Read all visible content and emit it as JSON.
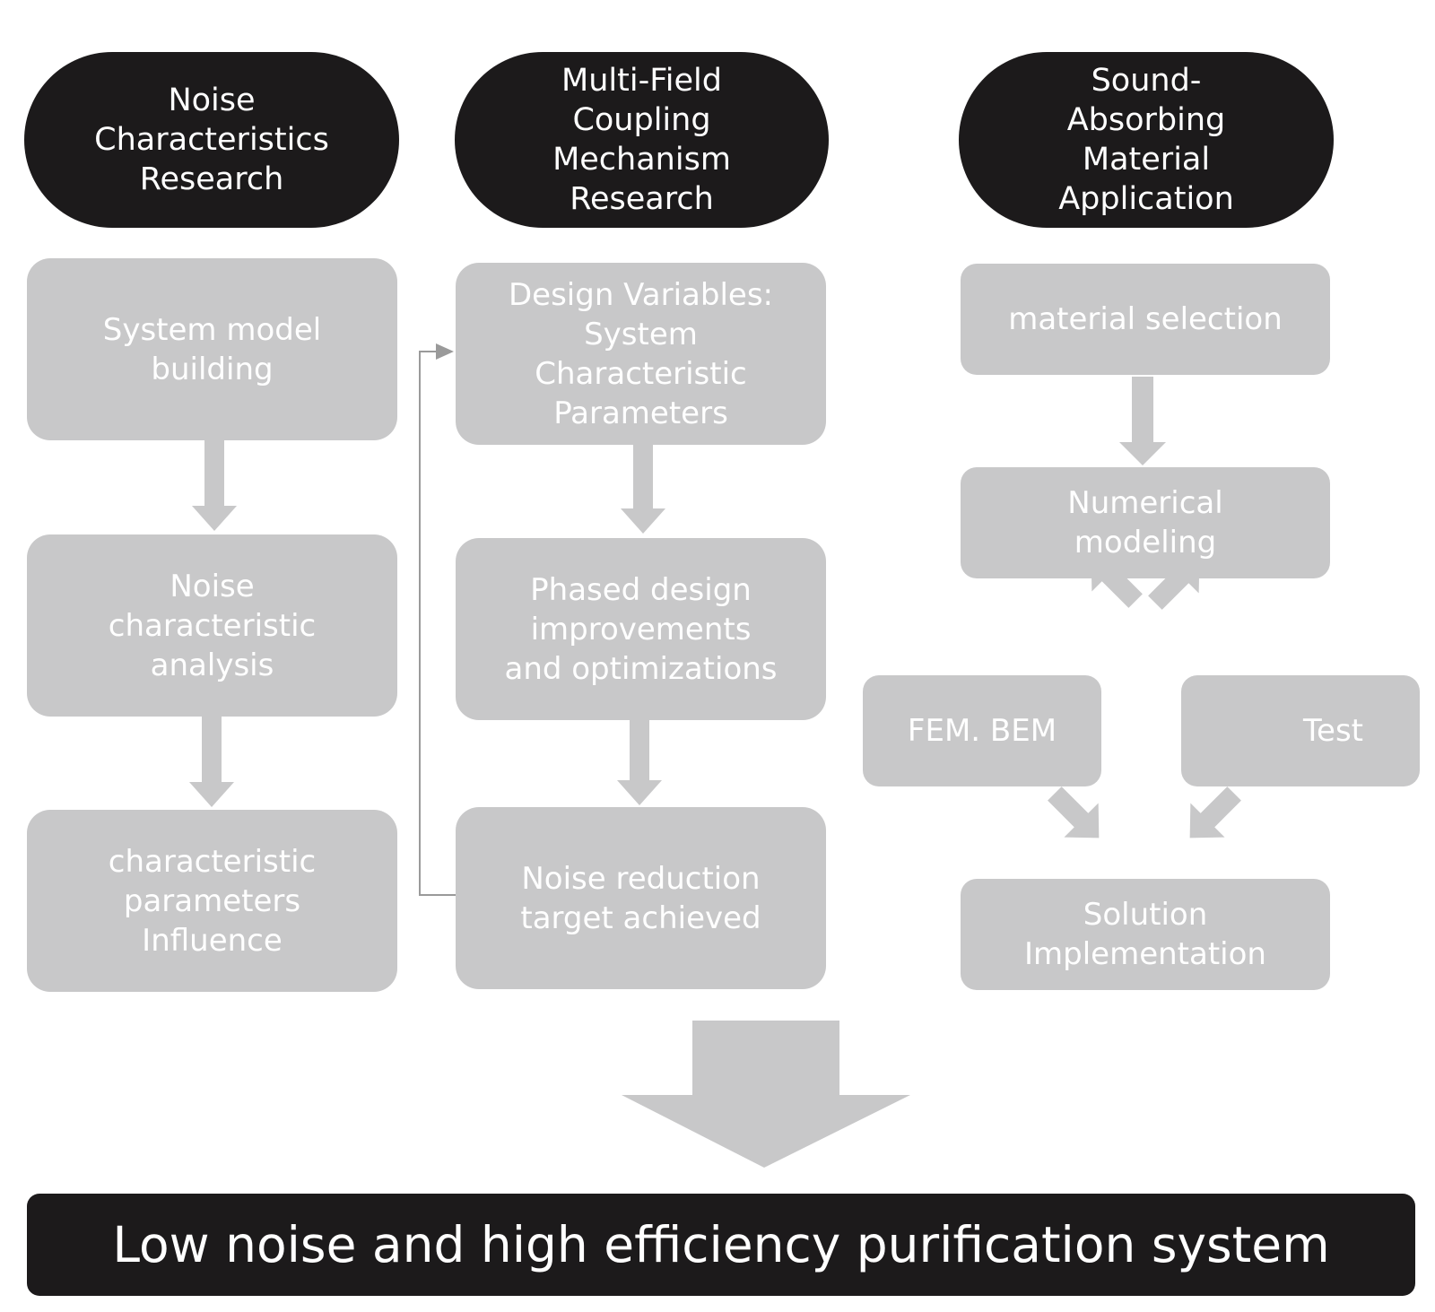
{
  "columns": [
    {
      "header": "Noise\nCharacteristics\nResearch",
      "steps": [
        "System model\nbuilding",
        "Noise\ncharacteristic\nanalysis",
        "characteristic\nparameters\nInfluence"
      ]
    },
    {
      "header": "Multi-Field\nCoupling\nMechanism\nResearch",
      "steps": [
        "Design Variables:\nSystem\nCharacteristic\nParameters",
        "Phased design\nimprovements\nand optimizations",
        "Noise reduction\ntarget achieved"
      ]
    },
    {
      "header": "Sound-\nAbsorbing\nMaterial\nApplication",
      "steps": [
        "material selection",
        "Numerical\nmodeling",
        "FEM. BEM",
        "Test",
        "Solution\nImplementation"
      ]
    }
  ],
  "result": "Low noise and high efficiency purification system",
  "colors": {
    "header_fill": "#1c1a1b",
    "step_fill": "#c8c8c9",
    "arrow": "#c8c8c9",
    "text_light": "#ffffff"
  }
}
